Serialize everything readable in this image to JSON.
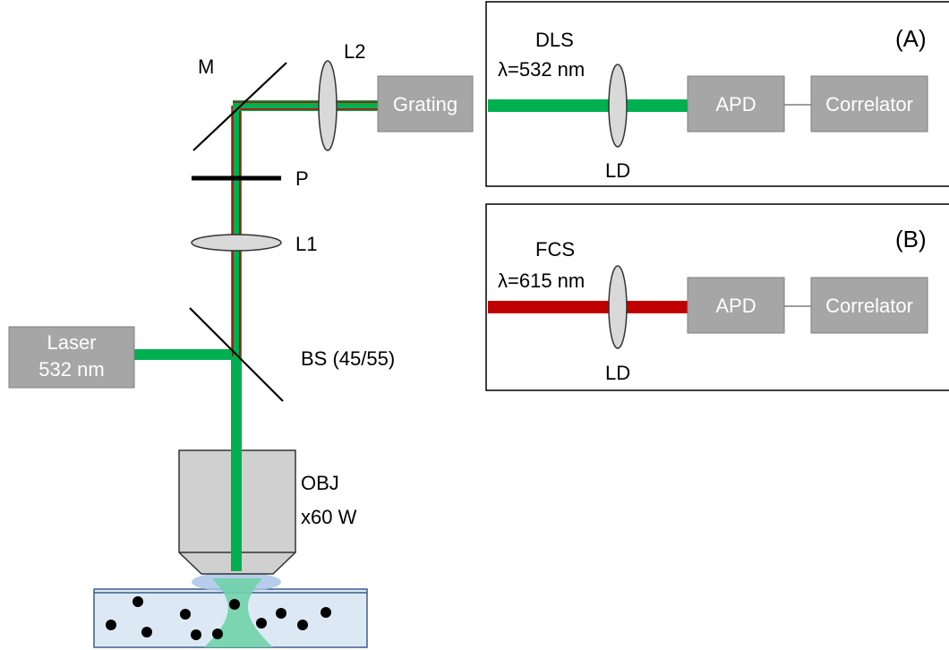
{
  "labels": {
    "mirror": "M",
    "lens2": "L2",
    "polarizer": "P",
    "lens1": "L1",
    "beamsplitter": "BS (45/55)",
    "objective_line1": "OBJ",
    "objective_line2": "x60 W"
  },
  "boxes": {
    "grating": "Grating",
    "laser_line1": "Laser",
    "laser_line2": "532 nm"
  },
  "panel_a": {
    "tag": "(A)",
    "method": "DLS",
    "wavelength": "λ=532 nm",
    "lens": "LD",
    "detector": "APD",
    "correlator": "Correlator"
  },
  "panel_b": {
    "tag": "(B)",
    "method": "FCS",
    "wavelength": "λ=615 nm",
    "lens": "LD",
    "detector": "APD",
    "correlator": "Correlator"
  },
  "colors": {
    "green_beam": "#00b050",
    "red_beam": "#c00000",
    "box_fill": "#a6a6a6",
    "box_stroke": "#7f7f7f",
    "lens_fill": "#d9d9d9",
    "objective_fill": "#d0d0d0",
    "sample_fill": "#dce9f5",
    "sample_stroke": "#3a5f8a",
    "focus_fill": "#6fd3a8",
    "immersion_fill": "#a9c4e8"
  }
}
